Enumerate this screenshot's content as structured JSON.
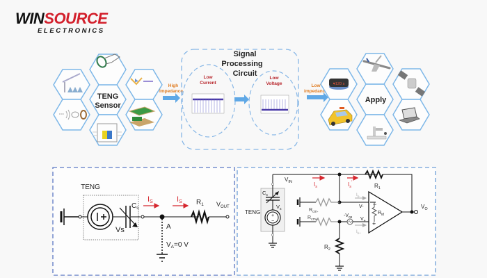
{
  "brand": {
    "name_part1": "WIN",
    "name_part2": "SOURCE",
    "subtitle": "ELECTRONICS",
    "accent": "#d3202c"
  },
  "top_flow": {
    "sensor_title_line1": "TENG",
    "sensor_title_line2": "Sensor",
    "arrow1_label_line1": "High",
    "arrow1_label_line2": "Impedance",
    "processing_title_line1": "Signal",
    "processing_title_line2": "Processing",
    "processing_title_line3": "Circuit",
    "stage1_line1": "Low",
    "stage1_line2": "Current",
    "stage2_line1": "Low",
    "stage2_line2": "Voltage",
    "arrow2_label_line1": "Low",
    "arrow2_label_line2": "impedance",
    "apply_title": "Apply",
    "wristband_readout": "♥120 s",
    "sensor_icons": [
      "finger-ring-icon",
      "triangle-array-icon",
      "slider-icon",
      "sound-ring-icon",
      "green-plate-icon",
      "yellow-blue-block-icon"
    ],
    "apply_icons": [
      "airplane-icon",
      "wristband-icon",
      "satellite-icon",
      "taxi-icon",
      "laptop-icon",
      "medical-device-icon"
    ],
    "colors": {
      "hex_stroke": "#7db7e8",
      "arrow": "#5fa8e6",
      "impedance_label": "#e07b1f",
      "stage_label": "#b7242a",
      "box_dash": "#86b6e6"
    }
  },
  "circuit_left": {
    "teng_label": "TENG",
    "cs_label": "C",
    "cs_sub": "s",
    "vs_label": "Vs",
    "is1_label": "I",
    "is1_sub": "S",
    "is2_label": "I",
    "is2_sub": "S",
    "r1_label": "R",
    "r1_sub": "1",
    "vout_label": "V",
    "vout_sub": "OUT",
    "node_label": "A",
    "va_label": "V",
    "va_sub": "A",
    "va_value": "=0 V",
    "colors": {
      "current": "#d6262e",
      "frame": "#5b78c4"
    }
  },
  "circuit_right": {
    "vin_label": "V",
    "vin_sub": "IN",
    "cs_label": "C",
    "cs_sub": "s",
    "teng_label": "TENG",
    "vs_label": "V",
    "vs_sub": "s",
    "is_label": "I",
    "is_sub": "s",
    "is_prime_label": "I",
    "is_prime_sub": "s",
    "is_prime_sup": "'",
    "r1_label": "R",
    "r1_sub": "1",
    "rcm_minus_label": "R",
    "rcm_minus_sub": "cm-",
    "rcm_plus_label": "R",
    "rcm_plus_sub": "cm+",
    "vminus_label": "V-",
    "vplus_label": "V",
    "vplus_sub": "+",
    "vos_label": "-V",
    "vos_sub": "os",
    "ib_minus_label": "I",
    "ib_minus_sub": "b-",
    "ib_plus_label": "I",
    "ib_plus_sub": "b+",
    "rid_label": "R",
    "rid_sub": "id",
    "r2_label": "R",
    "r2_sub": "2",
    "vo_label": "V",
    "vo_sub": "O",
    "minus_sign": "−",
    "plus_sign": "+",
    "colors": {
      "current": "#d6262e",
      "parasitic": "#9a9a9a",
      "frame": "#6e9fd8"
    }
  }
}
